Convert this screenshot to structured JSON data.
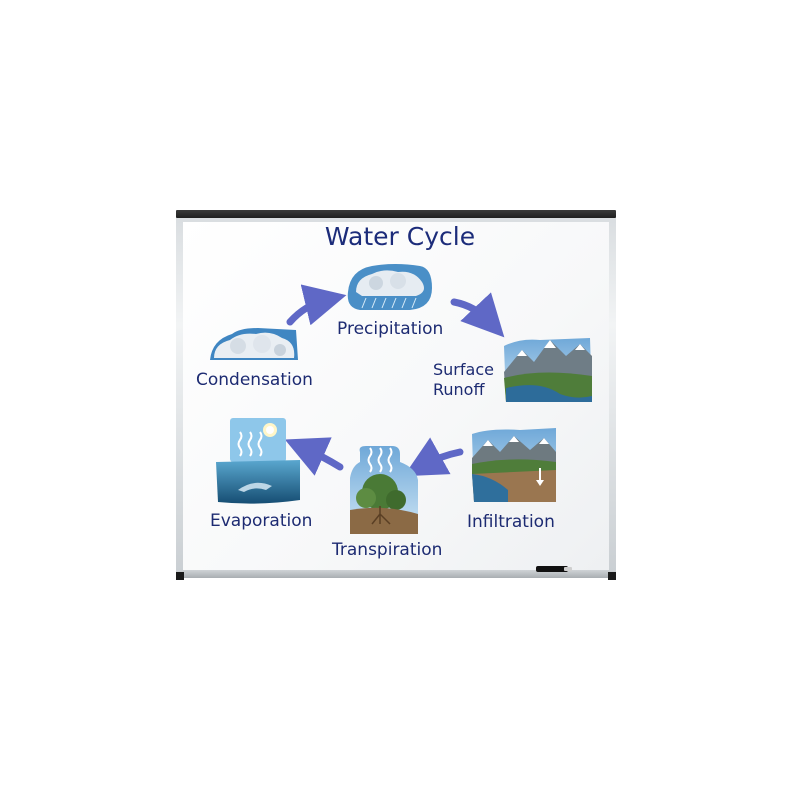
{
  "diagram": {
    "title": "Water Cycle",
    "stages": [
      {
        "id": "precipitation",
        "label": "Precipitation"
      },
      {
        "id": "surface-runoff",
        "label": "Surface\nRunoff"
      },
      {
        "id": "infiltration",
        "label": "Infiltration"
      },
      {
        "id": "transpiration",
        "label": "Transpiration"
      },
      {
        "id": "evaporation",
        "label": "Evaporation"
      },
      {
        "id": "condensation",
        "label": "Condensation"
      }
    ],
    "colors": {
      "title": "#1c2c7a",
      "label": "#1d2b72",
      "arrow": "#5f68c6",
      "sky": "#8fc3e6",
      "water": "#2c6f9c",
      "soil": "#8b6a45",
      "foliage": "#4a7a36"
    }
  }
}
